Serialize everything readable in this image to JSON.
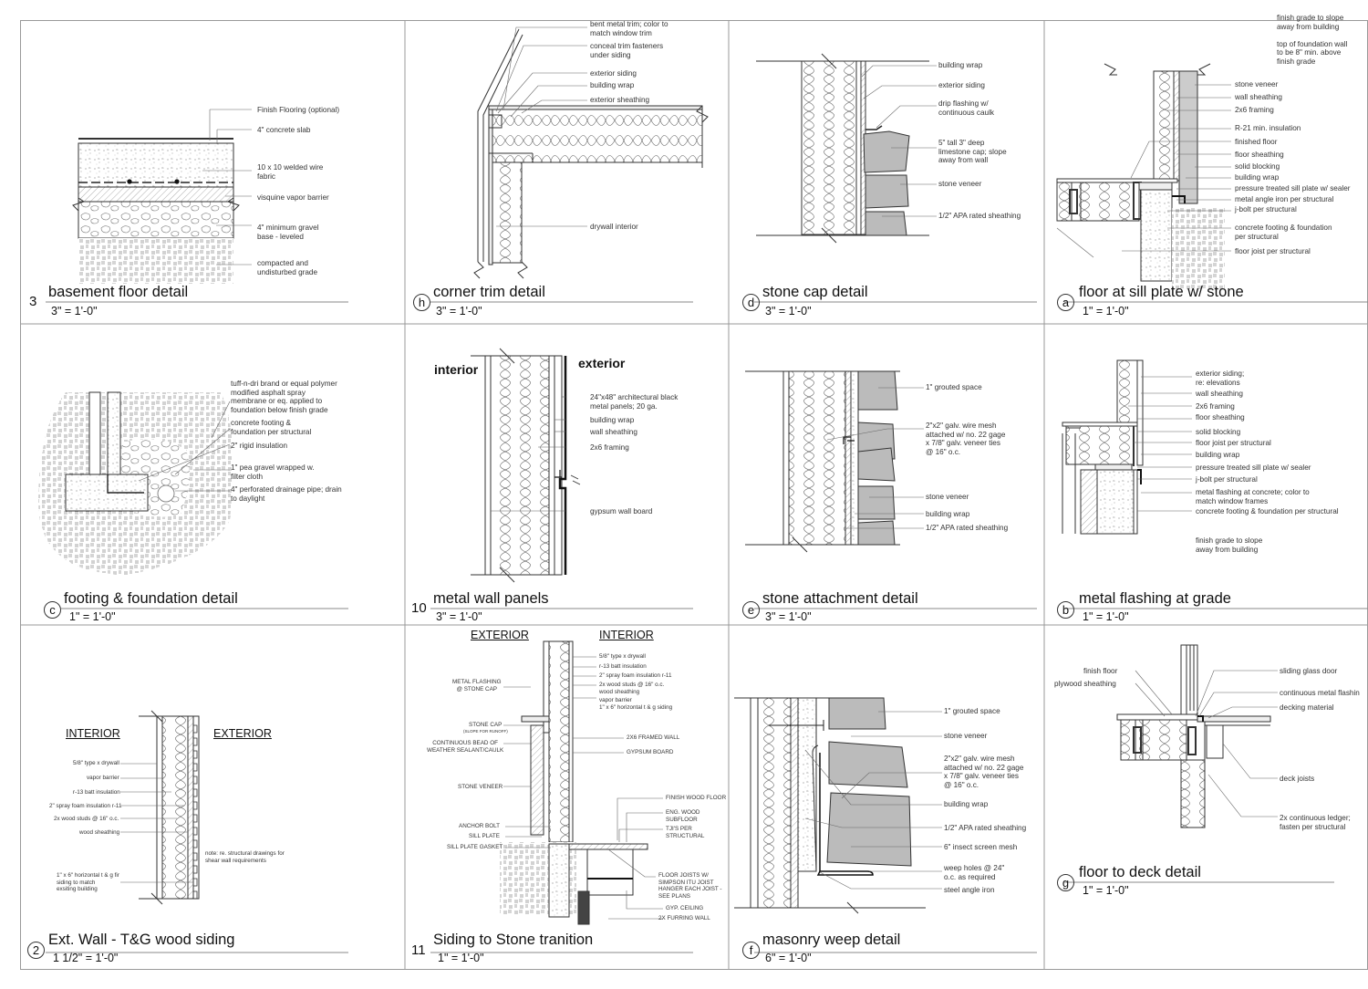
{
  "details": {
    "basement": {
      "index": "3",
      "title": "basement floor detail",
      "scale": "3\" = 1'-0\"",
      "notes": [
        "Finish Flooring (optional)",
        "4\" concrete slab",
        "10 x 10 welded wire\nfabric",
        "visquine vapor barrier",
        "4\" minimum gravel\nbase -  leveled",
        "compacted and\nundisturbed grade"
      ]
    },
    "corner_trim": {
      "index": "h",
      "title": "corner trim detail",
      "scale": "3\" = 1'-0\"",
      "notes": [
        "bent metal trim; color to\nmatch window trim",
        "conceal trim fasteners\nunder siding",
        "exterior siding",
        "building wrap",
        "exterior sheathing",
        "drywall interior"
      ]
    },
    "stone_cap": {
      "index": "d",
      "title": "stone cap detail",
      "scale": "3\" = 1'-0\"",
      "notes": [
        "building wrap",
        "exterior siding",
        "drip flashing w/\ncontinuous caulk",
        "5\" tall 3\" deep\nlimestone cap; slope\naway from wall",
        "stone veneer",
        "1/2\" APA rated sheathing"
      ]
    },
    "sill_stone": {
      "index": "a",
      "title": "floor at sill plate w/ stone",
      "scale": "1\" = 1'-0\"",
      "notes": [
        "finish grade to slope\naway from building\n\ntop of foundation wall\nto be 8\" min. above\nfinish grade",
        "stone veneer",
        "wall sheathing",
        "2x6 framing",
        "R-21 min. insulation",
        "finished floor",
        "floor sheathing",
        "solid blocking",
        "building wrap",
        "pressure treated sill plate w/ sealer",
        "metal angle iron per structural",
        "j-bolt per structural",
        "concrete footing & foundation\nper structural",
        "floor joist per structural"
      ]
    },
    "footing": {
      "index": "c",
      "title": "footing & foundation detail",
      "scale": "1\" = 1'-0\"",
      "notes": [
        "tuff-n-dri brand or equal polymer\nmodified asphalt spray\nmembrane or eq. applied to\nfoundation below finish grade",
        "concrete footing &\nfoundation per structural",
        "2\" rigid insulation",
        "1\" pea gravel wrapped w.\nfilter cloth",
        "4\" perforated drainage pipe; drain\nto daylight"
      ]
    },
    "metal_wall": {
      "index": "10",
      "title": "metal wall panels",
      "scale": "3\" = 1'-0\"",
      "interior": "interior",
      "exterior": "exterior",
      "notes": [
        "24\"x48\" architectural black\nmetal panels; 20 ga.",
        "building wrap",
        "wall sheathing",
        "2x6 framing",
        "gypsum wall board"
      ]
    },
    "stone_attach": {
      "index": "e",
      "title": "stone attachment detail",
      "scale": "3\" = 1'-0\"",
      "notes": [
        "1\" grouted space",
        "2\"x2\" galv. wire mesh\nattached w/ no. 22 gage\nx 7/8\" galv. veneer ties\n@ 16\" o.c.",
        "stone veneer",
        "building wrap",
        "1/2\" APA rated sheathing"
      ]
    },
    "flashing": {
      "index": "b",
      "title": "metal flashing at grade",
      "scale": "1\" = 1'-0\"",
      "notes": [
        "exterior siding;\nre: elevations",
        "wall sheathing",
        "2x6 framing",
        "floor sheathing",
        "solid blocking",
        "floor joist per structural",
        "building wrap",
        "pressure treated sill plate w/ sealer",
        "j-bolt per structural",
        "metal flashing at concrete; color to\nmatch window frames",
        "concrete footing & foundation per structural",
        "finish grade to slope\naway from building"
      ]
    },
    "tg_wall": {
      "index": "2",
      "title": "Ext. Wall - T&G wood siding",
      "scale": "1 1/2\" = 1'-0\"",
      "interior": "INTERIOR",
      "exterior": "EXTERIOR",
      "notes": [
        "5/8\" type x drywall",
        "vapor barrier",
        "r-13 batt insulation",
        "2\" spray foam insulation r-11",
        "2x wood studs @  16\" o.c.",
        "wood sheathing",
        "1\" x 6\" horizontal t & g fir\nsiding to match\nexsiting  building"
      ],
      "side_note": "note: re. structural drawings for\nshear wall requirements"
    },
    "transition": {
      "index": "11",
      "title": "Siding to Stone tranition",
      "scale": "1\" = 1'-0\"",
      "exterior": "EXTERIOR",
      "interior": "INTERIOR",
      "right_notes": [
        "5/8\" type x drywall",
        "r-13 batt insulation",
        "2\" spray foam insulation r-11",
        "2x wood studs @  16\" o.c.\nwood sheathing",
        "vapor barrier\n1\" x 6\" horizontal t & g siding",
        "2X6 FRAMED WALL",
        "GYPSUM BOARD",
        "FINISH WOOD FLOOR",
        "ENG. WOOD SUBFLOOR",
        "TJI'S PER STRUCTURAL",
        "FLOOR JOISTS W/\nSIMPSON ITU JOIST\nHANGER EACH JOIST -\nSEE PLANS",
        "GYP. CEILING",
        "2X FURRING WALL"
      ],
      "left_notes": [
        "METAL FLASHING\n@ STONE CAP",
        "STONE CAP",
        "(SLOPE FOR RUNOFF)",
        "CONTINUOUS BEAD OF\nWEATHER SEALANT/CAULK",
        "STONE VENEER",
        "ANCHOR BOLT",
        "SILL PLATE",
        "SILL PLATE GASKET"
      ]
    },
    "weep": {
      "index": "f",
      "title": "masonry weep detail",
      "scale": "6\" = 1'-0\"",
      "notes": [
        "1\" grouted space",
        "stone veneer",
        "2\"x2\" galv. wire mesh\nattached w/ no. 22 gage\nx 7/8\" galv. veneer ties\n@ 16\" o.c.",
        "building wrap",
        "1/2\" APA rated sheathing",
        "6\" insect screen mesh",
        "weep holes @ 24\"\no.c. as required",
        "steel angle iron"
      ]
    },
    "deck": {
      "index": "g",
      "title": "floor to deck detail",
      "scale": "1\" = 1'-0\"",
      "notes": [
        "finish floor",
        "plywood sheathing",
        "sliding glass door",
        "continuous metal flashin",
        "decking material",
        "deck joists",
        "2x continuous ledger;\nfasten per structural"
      ]
    }
  }
}
